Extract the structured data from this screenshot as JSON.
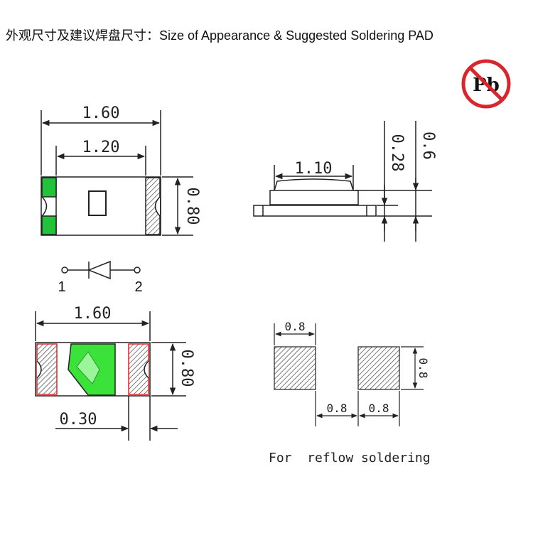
{
  "title": "外观尺寸及建议焊盘尺寸：Size of Appearance & Suggested Soldering PAD",
  "badge": {
    "text": "Pb",
    "color": "#d8262c"
  },
  "colors": {
    "pad": "#22c33a",
    "led": "#3be23a",
    "cathode_mark": "#d8262c",
    "line": "#222222"
  },
  "top_view": {
    "overall_length": "1.60",
    "inner_length": "1.20",
    "width": "0.80"
  },
  "side_view": {
    "lens_length": "1.10",
    "body_height": "0.28",
    "total_height": "0.6"
  },
  "schematic": {
    "pin1": "1",
    "pin2": "2"
  },
  "bottom_view": {
    "overall_length": "1.60",
    "width": "0.80",
    "terminal": "0.30"
  },
  "pad_layout": {
    "pad_width": "0.8",
    "pad_height": "0.8",
    "gap": "0.8",
    "pad_width_2": "0.8"
  },
  "footer_note": "For  reflow soldering"
}
